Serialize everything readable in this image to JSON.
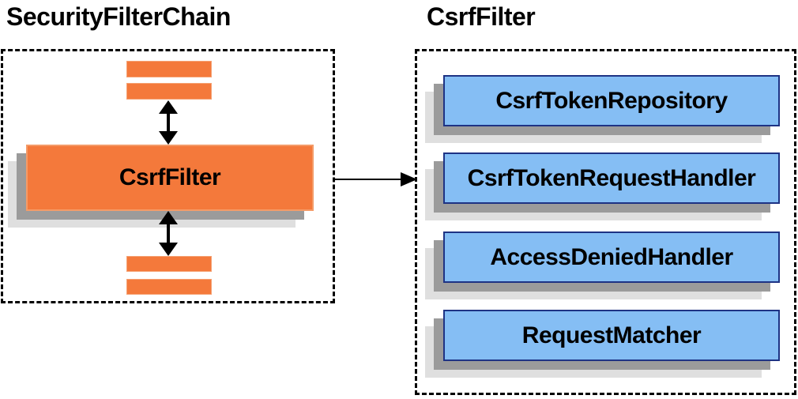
{
  "diagram": {
    "left_panel": {
      "title": "SecurityFilterChain",
      "filter_label": "CsrfFilter"
    },
    "right_panel": {
      "title": "CsrfFilter",
      "components": [
        {
          "label": "CsrfTokenRepository"
        },
        {
          "label": "CsrfTokenRequestHandler"
        },
        {
          "label": "AccessDeniedHandler"
        },
        {
          "label": "RequestMatcher"
        }
      ]
    },
    "icons": {
      "bidirectional_arrow": "updown-arrow-icon",
      "flow_arrow": "right-arrow-icon"
    },
    "colors": {
      "orange_fill": "#f4793b",
      "orange_border": "#f49b68",
      "blue_fill": "#85bef4",
      "blue_border": "#1e3384",
      "shadow_dark": "#9b9b9b",
      "shadow_light": "#dfdfdf",
      "container_border": "#000000",
      "arrow": "#000000",
      "text": "#000000"
    }
  }
}
